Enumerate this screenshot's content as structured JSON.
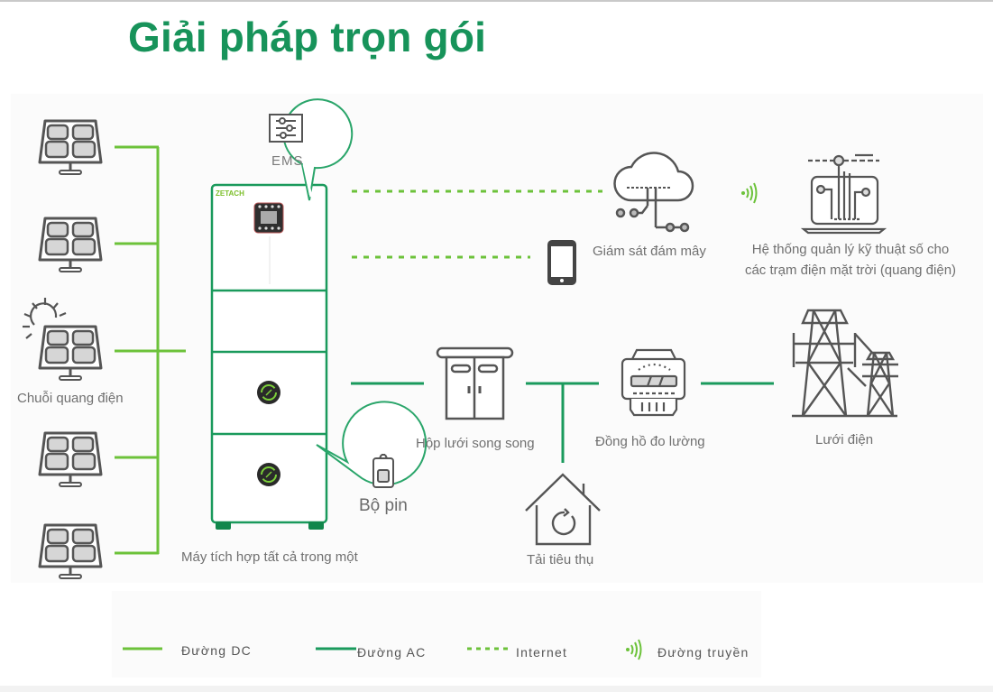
{
  "title": "Giải pháp trọn gói",
  "colors": {
    "title": "#17935a",
    "dc_line": "#6cc23a",
    "ac_line": "#1a9a5c",
    "internet_line": "#6cc23a",
    "icon_stroke": "#555555",
    "icon_fill": "#d9d9d9"
  },
  "nodes": {
    "pv_string": {
      "label": "Chuỗi quang điện",
      "icon": "solar-panel-icon",
      "count": 5
    },
    "ems": {
      "label": "EMS",
      "icon": "sliders-icon"
    },
    "all_in_one": {
      "label": "Máy tích hợp tất cả trong một",
      "brand": "ZETACH"
    },
    "battery": {
      "label": "Bộ pin",
      "icon": "battery-icon"
    },
    "cloud": {
      "label": "Giám sát đám mây",
      "icon": "cloud-network-icon"
    },
    "phone": {
      "icon": "smartphone-icon"
    },
    "digital_mgmt": {
      "label_line1": "Hệ thống quản lý kỹ thuật số cho",
      "label_line2": "các trạm điện mặt trời (quang điện)",
      "icon": "laptop-circuit-icon"
    },
    "grid_box": {
      "label": "Hộp lưới song song",
      "icon": "cabinet-icon"
    },
    "meter": {
      "label": "Đồng hồ đo lường",
      "icon": "energy-meter-icon"
    },
    "grid": {
      "label": "Lưới điện",
      "icon": "power-tower-icon"
    },
    "load": {
      "label": "Tải tiêu thụ",
      "icon": "house-icon"
    }
  },
  "legend": [
    {
      "label": "Đường DC",
      "type": "dc"
    },
    {
      "label": "Đường AC",
      "type": "ac"
    },
    {
      "label": "Internet",
      "type": "internet"
    },
    {
      "label": "Đường truyền",
      "type": "wireless"
    }
  ]
}
